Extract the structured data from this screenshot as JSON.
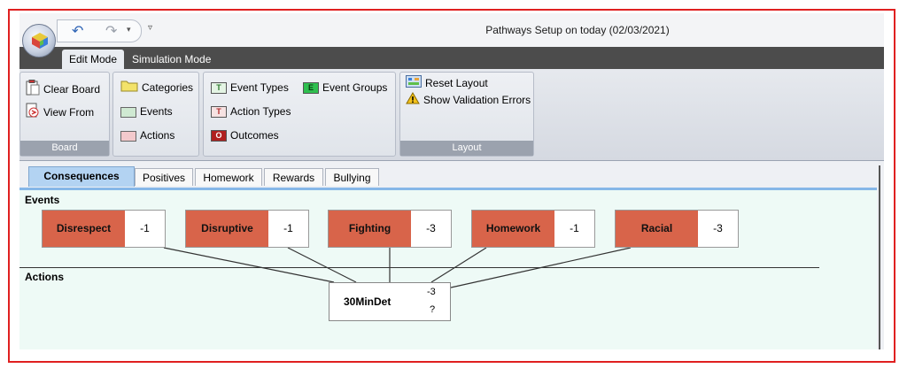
{
  "window": {
    "title": "Pathways Setup on today (02/03/2021)"
  },
  "ribbon_tabs": [
    {
      "label": "Edit Mode",
      "active": true
    },
    {
      "label": "Simulation Mode",
      "active": false
    }
  ],
  "ribbon": {
    "board": {
      "caption": "Board",
      "clear_board": "Clear Board",
      "view_from": "View From"
    },
    "items": {
      "categories": "Categories",
      "events": "Events",
      "actions": "Actions"
    },
    "types": {
      "event_types": "Event Types",
      "event_groups": "Event Groups",
      "action_types": "Action Types",
      "outcomes": "Outcomes",
      "tag_t": "T",
      "tag_e": "E",
      "tag_o": "O"
    },
    "layout": {
      "caption": "Layout",
      "reset_layout": "Reset Layout",
      "show_validation_errors": "Show Validation Errors"
    }
  },
  "doc_tabs": [
    {
      "label": "Consequences",
      "active": true
    },
    {
      "label": "Positives",
      "active": false
    },
    {
      "label": "Homework",
      "active": false
    },
    {
      "label": "Rewards",
      "active": false
    },
    {
      "label": "Bullying",
      "active": false
    }
  ],
  "canvas": {
    "events_label": "Events",
    "actions_label": "Actions",
    "events": [
      {
        "name": "Disrespect",
        "value": "-1"
      },
      {
        "name": "Disruptive",
        "value": "-1"
      },
      {
        "name": "Fighting",
        "value": "-3"
      },
      {
        "name": "Homework",
        "value": "-1"
      },
      {
        "name": "Racial",
        "value": "-3"
      }
    ],
    "action": {
      "name": "30MinDet",
      "value": "-3",
      "note": "?"
    }
  },
  "colors": {
    "event_fill": "#d8644a",
    "tab_active": "#b3d3f2",
    "canvas_bg": "#eefaf6",
    "frame": "#e02020"
  }
}
